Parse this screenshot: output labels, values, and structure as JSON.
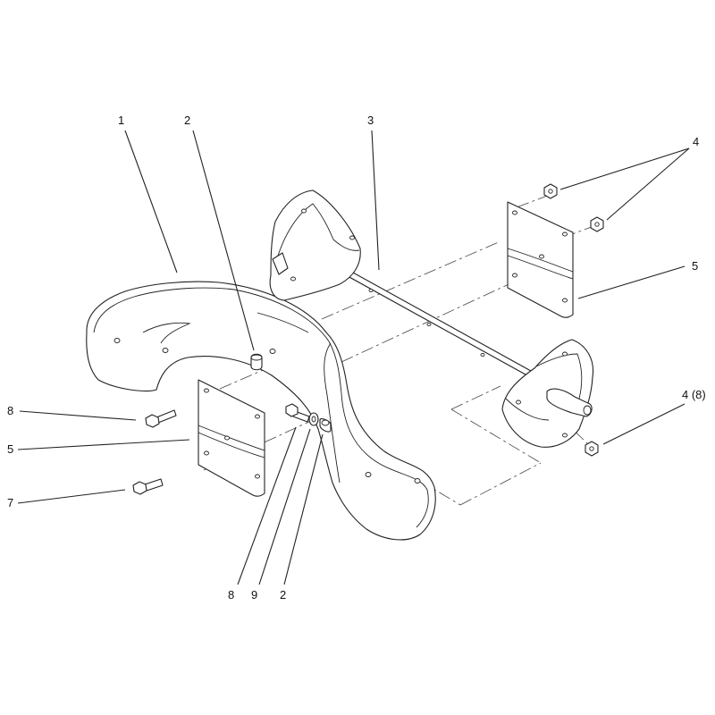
{
  "callouts": [
    {
      "id": "c1",
      "label": "1"
    },
    {
      "id": "c2-top",
      "label": "2"
    },
    {
      "id": "c3",
      "label": "3"
    },
    {
      "id": "c4",
      "label": "4"
    },
    {
      "id": "c5-right",
      "label": "5"
    },
    {
      "id": "c4-8",
      "label": "4 (8)"
    },
    {
      "id": "c8-left",
      "label": "8"
    },
    {
      "id": "c5-left",
      "label": "5"
    },
    {
      "id": "c7",
      "label": "7"
    },
    {
      "id": "c8-bottom",
      "label": "8"
    },
    {
      "id": "c9",
      "label": "9"
    },
    {
      "id": "c2-bottom",
      "label": "2"
    }
  ]
}
